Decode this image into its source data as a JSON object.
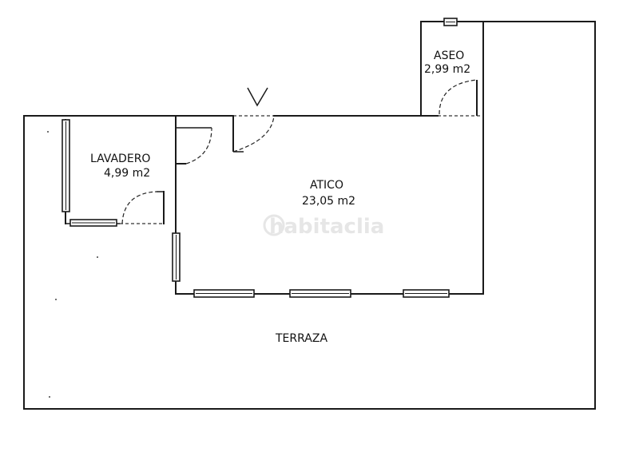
{
  "watermark": "habitaclia",
  "rooms": {
    "lavadero": {
      "name": "LAVADERO",
      "area": "4,99 m2"
    },
    "atico": {
      "name": "ATICO",
      "area": "23,05 m2"
    },
    "aseo": {
      "name": "ASEO",
      "area": "2,99 m2"
    },
    "terraza": {
      "name": "TERRAZA"
    }
  }
}
